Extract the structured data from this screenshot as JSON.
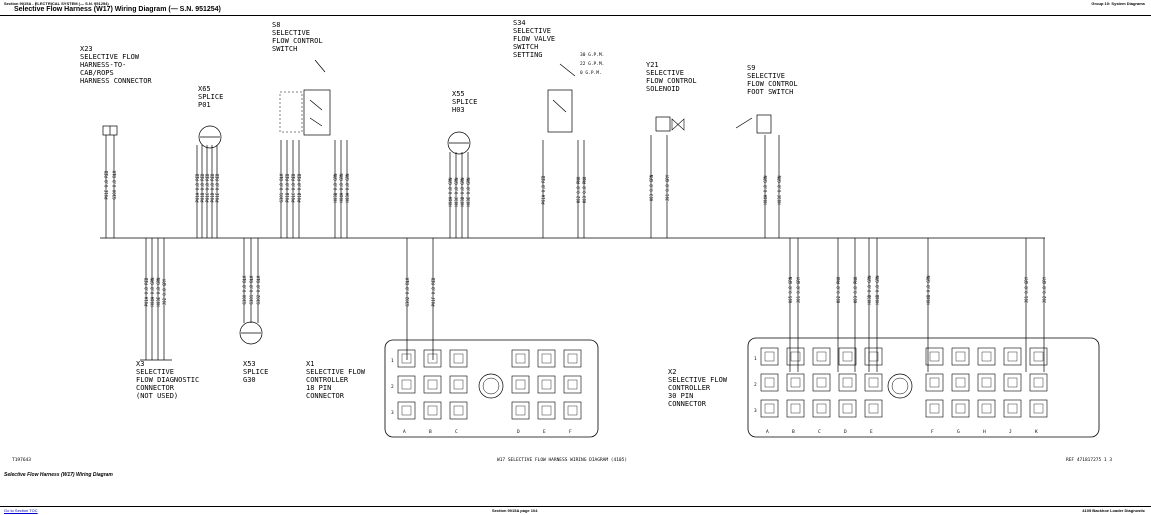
{
  "header": {
    "section": "Section 9015A - ELECTRICAL SYSTEM (— S.N. 951254)",
    "group": "Group 10: System Diagrams",
    "title": "Selective Flow Harness (W17) Wiring Diagram (— S.N. 951254)"
  },
  "components": {
    "x23": [
      "X23",
      "SELECTIVE FLOW",
      "HARNESS-TO-",
      "CAB/ROPS",
      "HARNESS CONNECTOR"
    ],
    "x65": [
      "X65",
      "SPLICE",
      "P01"
    ],
    "s8": [
      "S8",
      "SELECTIVE",
      "FLOW CONTROL",
      "SWITCH"
    ],
    "x55": [
      "X55",
      "SPLICE",
      "H03"
    ],
    "s34": [
      "S34",
      "SELECTIVE",
      "FLOW VALVE",
      "SWITCH",
      "SETTING"
    ],
    "s34_settings": [
      "30 G.P.M.",
      "22 G.P.M.",
      "0 G.P.M."
    ],
    "y21": [
      "Y21",
      "SELECTIVE",
      "FLOW CONTROL",
      "SOLENOID"
    ],
    "s9": [
      "S9",
      "SELECTIVE",
      "FLOW CONTROL",
      "FOOT SWITCH"
    ],
    "x3": [
      "X3",
      "SELECTIVE",
      "FLOW DIAGNOSTIC",
      "CONNECTOR",
      "(NOT USED)"
    ],
    "x53": [
      "X53",
      "SPLICE",
      "G30"
    ],
    "x1": [
      "X1",
      "SELECTIVE FLOW",
      "CONTROLLER",
      "18 PIN",
      "CONNECTOR"
    ],
    "x2": [
      "X2",
      "SELECTIVE FLOW",
      "CONTROLLER",
      "30 PIN",
      "CONNECTOR"
    ]
  },
  "x1_columns": [
    "A",
    "B",
    "C",
    "D",
    "E",
    "F"
  ],
  "x2_columns": [
    "A",
    "B",
    "C",
    "D",
    "E",
    "F",
    "G",
    "H",
    "J",
    "K"
  ],
  "rows": [
    "1",
    "2",
    "3"
  ],
  "wires": {
    "x23": [
      "P01E 0.8 RED",
      "G300 0.8 BLK"
    ],
    "x65": [
      "P01A 0.8 RED",
      "P01B 0.8 RED",
      "P01C 0.8 RED",
      "P01D 0.8 RED",
      "P01E 0.8 RED"
    ],
    "s8": [
      "G301 0.8 BLK",
      "P01B 0.8 RED",
      "P01C 0.8 RED",
      "P01D 0.8 RED",
      "H03B 0.8 GRN",
      "H04A 0.8 GRN",
      "H03A 0.8 GRN"
    ],
    "x55": [
      "H04A 0.8 GRN",
      "H03C 0.8 GRN",
      "H03D 0.8 GRN",
      "H03E 0.8 GRN"
    ],
    "s34": [
      "P01A 0.8 RED",
      "K02 0.8 PNK",
      "K03 0.8 PNK"
    ],
    "y21": [
      "H03 0.8 GRN",
      "J01 0.8 GRY"
    ],
    "s9": [
      "H04A 0.8 GRN",
      "H03C 0.8 GRN"
    ],
    "x3": [
      "P01A 0.8 RED",
      "H04A 0.8 GRN",
      "H03E 0.8 GRN",
      "J02 0.8 GRY"
    ],
    "x53": [
      "G300 0.8 BLK",
      "G301 0.8 BLK",
      "G302 0.8 BLK"
    ],
    "x1": [
      "G302 0.8 BLK",
      "P01F 0.8 RED"
    ],
    "x2": [
      "H05 0.8 GRN",
      "J01 0.8 GRY",
      "K02 0.8 PNK",
      "K03 0.8 PNK",
      "H03D 0.8 GRN",
      "H04B 0.8 GRN",
      "H04B 0.8 GRN",
      "J01 0.8 GRY",
      "J02 0.8 GRY"
    ]
  },
  "figure_id": "T197643",
  "figure_title": "W17 SELECTIVE FLOW HARNESS WIRING DIAGRAM (4105)",
  "ref": "REF 471817275    1 3",
  "caption": "Selective Flow Harness (W17) Wiring Diagram",
  "footer": {
    "link": "Go to Section TOC",
    "page": "Section 9015A page 104",
    "doc": "4105 Backhoe Loader Diagnostic"
  }
}
